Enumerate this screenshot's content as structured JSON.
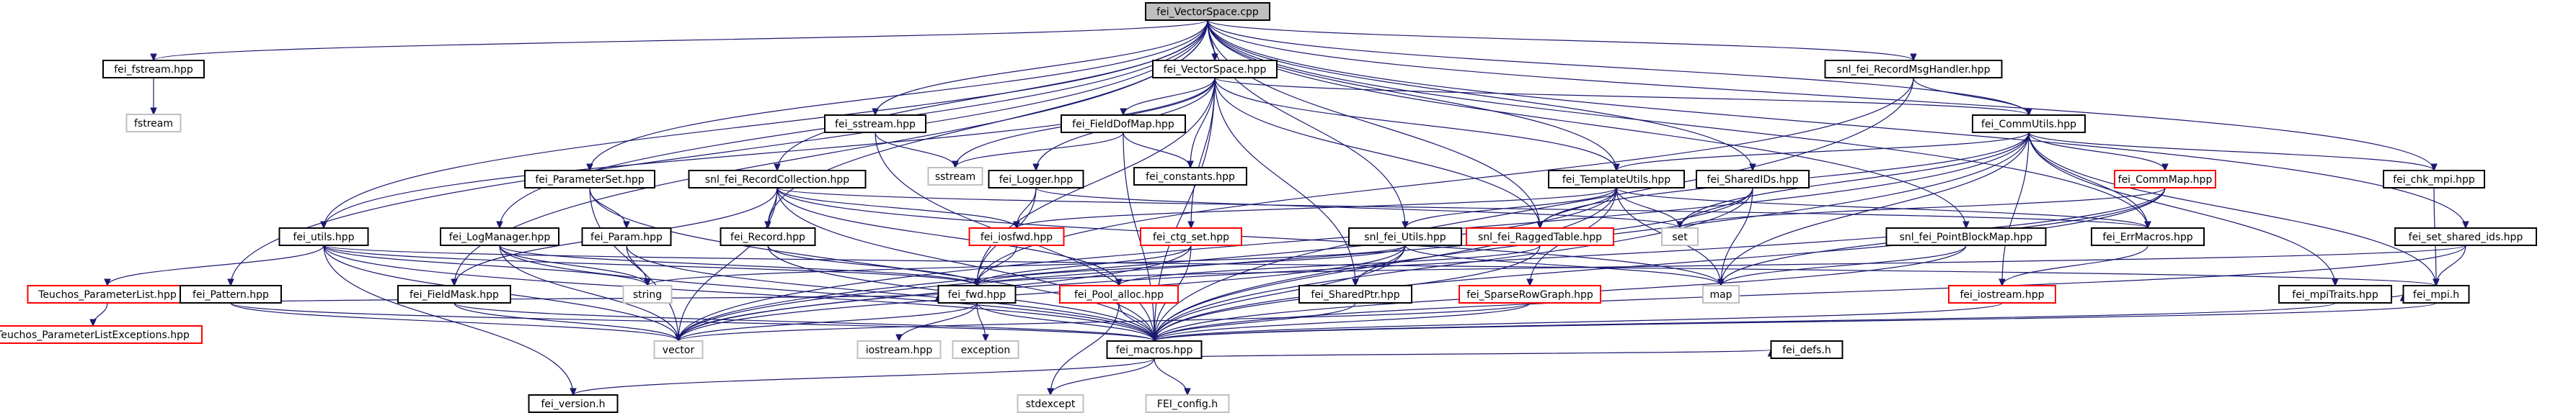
{
  "root": "fei_VectorSpace.cpp",
  "nodes": [
    {
      "id": "root",
      "label": "fei_VectorSpace.cpp",
      "kind": "root"
    },
    {
      "id": "fstream_hpp",
      "label": "fei_fstream.hpp",
      "kind": "normal"
    },
    {
      "id": "fstream",
      "label": "fstream",
      "kind": "external"
    },
    {
      "id": "vs_hpp",
      "label": "fei_VectorSpace.hpp",
      "kind": "normal"
    },
    {
      "id": "rmh",
      "label": "snl_fei_RecordMsgHandler.hpp",
      "kind": "normal"
    },
    {
      "id": "sstream_hpp",
      "label": "fei_sstream.hpp",
      "kind": "normal"
    },
    {
      "id": "fdm",
      "label": "fei_FieldDofMap.hpp",
      "kind": "normal"
    },
    {
      "id": "commutils",
      "label": "fei_CommUtils.hpp",
      "kind": "normal"
    },
    {
      "id": "sstream",
      "label": "sstream",
      "kind": "external"
    },
    {
      "id": "consts",
      "label": "fei_constants.hpp",
      "kind": "normal"
    },
    {
      "id": "logger",
      "label": "fei_Logger.hpp",
      "kind": "normal"
    },
    {
      "id": "paramset",
      "label": "fei_ParameterSet.hpp",
      "kind": "normal"
    },
    {
      "id": "rc",
      "label": "snl_fei_RecordCollection.hpp",
      "kind": "normal"
    },
    {
      "id": "tu",
      "label": "fei_TemplateUtils.hpp",
      "kind": "normal"
    },
    {
      "id": "sids",
      "label": "fei_SharedIDs.hpp",
      "kind": "normal"
    },
    {
      "id": "commmap",
      "label": "fei_CommMap.hpp",
      "kind": "red"
    },
    {
      "id": "chkmpi",
      "label": "fei_chk_mpi.hpp",
      "kind": "normal"
    },
    {
      "id": "utils",
      "label": "fei_utils.hpp",
      "kind": "normal"
    },
    {
      "id": "logmgr",
      "label": "fei_LogManager.hpp",
      "kind": "normal"
    },
    {
      "id": "param",
      "label": "fei_Param.hpp",
      "kind": "normal"
    },
    {
      "id": "record",
      "label": "fei_Record.hpp",
      "kind": "normal"
    },
    {
      "id": "iosfwd",
      "label": "fei_iosfwd.hpp",
      "kind": "red"
    },
    {
      "id": "ctgset",
      "label": "fei_ctg_set.hpp",
      "kind": "red"
    },
    {
      "id": "snlutils",
      "label": "snl_fei_Utils.hpp",
      "kind": "normal"
    },
    {
      "id": "ragged",
      "label": "snl_fei_RaggedTable.hpp",
      "kind": "red"
    },
    {
      "id": "set",
      "label": "set",
      "kind": "external"
    },
    {
      "id": "pbm",
      "label": "snl_fei_PointBlockMap.hpp",
      "kind": "normal"
    },
    {
      "id": "errmacros",
      "label": "fei_ErrMacros.hpp",
      "kind": "normal"
    },
    {
      "id": "sharedids",
      "label": "fei_set_shared_ids.hpp",
      "kind": "normal"
    },
    {
      "id": "tpl",
      "label": "Teuchos_ParameterList.hpp",
      "kind": "red"
    },
    {
      "id": "tplex",
      "label": "Teuchos_ParameterListExceptions.hpp",
      "kind": "red"
    },
    {
      "id": "pattern",
      "label": "fei_Pattern.hpp",
      "kind": "normal"
    },
    {
      "id": "fieldmask",
      "label": "fei_FieldMask.hpp",
      "kind": "normal"
    },
    {
      "id": "string",
      "label": "string",
      "kind": "external"
    },
    {
      "id": "fwd",
      "label": "fei_fwd.hpp",
      "kind": "normal"
    },
    {
      "id": "pool",
      "label": "fei_Pool_alloc.hpp",
      "kind": "red"
    },
    {
      "id": "sharedptr",
      "label": "fei_SharedPtr.hpp",
      "kind": "normal"
    },
    {
      "id": "srg",
      "label": "fei_SparseRowGraph.hpp",
      "kind": "red"
    },
    {
      "id": "map",
      "label": "map",
      "kind": "external"
    },
    {
      "id": "iostream",
      "label": "fei_iostream.hpp",
      "kind": "red"
    },
    {
      "id": "mpitraits",
      "label": "fei_mpiTraits.hpp",
      "kind": "normal"
    },
    {
      "id": "mpih",
      "label": "fei_mpi.h",
      "kind": "normal"
    },
    {
      "id": "vector",
      "label": "vector",
      "kind": "external"
    },
    {
      "id": "iostreamhpp",
      "label": "iostream.hpp",
      "kind": "external"
    },
    {
      "id": "exception",
      "label": "exception",
      "kind": "external"
    },
    {
      "id": "macros",
      "label": "fei_macros.hpp",
      "kind": "normal"
    },
    {
      "id": "defs",
      "label": "fei_defs.h",
      "kind": "normal"
    },
    {
      "id": "version",
      "label": "fei_version.h",
      "kind": "normal"
    },
    {
      "id": "stdexcept",
      "label": "stdexcept",
      "kind": "external"
    },
    {
      "id": "config",
      "label": "FEI_config.h",
      "kind": "external"
    }
  ],
  "edges": [
    [
      "root",
      "fstream_hpp"
    ],
    [
      "root",
      "vs_hpp"
    ],
    [
      "root",
      "rmh"
    ],
    [
      "root",
      "commutils"
    ],
    [
      "root",
      "sstream_hpp"
    ],
    [
      "root",
      "paramset"
    ],
    [
      "root",
      "rc"
    ],
    [
      "root",
      "utils"
    ],
    [
      "root",
      "logmgr"
    ],
    [
      "root",
      "pattern"
    ],
    [
      "root",
      "fieldmask"
    ],
    [
      "root",
      "record"
    ],
    [
      "root",
      "tu"
    ],
    [
      "root",
      "sids"
    ],
    [
      "root",
      "snlutils"
    ],
    [
      "root",
      "pbm"
    ],
    [
      "root",
      "chkmpi"
    ],
    [
      "root",
      "sharedids"
    ],
    [
      "root",
      "errmacros"
    ],
    [
      "root",
      "ragged"
    ],
    [
      "fstream_hpp",
      "fstream"
    ],
    [
      "vs_hpp",
      "fdm"
    ],
    [
      "vs_hpp",
      "logger"
    ],
    [
      "vs_hpp",
      "consts"
    ],
    [
      "vs_hpp",
      "sstream"
    ],
    [
      "vs_hpp",
      "ctgset"
    ],
    [
      "vs_hpp",
      "fwd"
    ],
    [
      "vs_hpp",
      "sharedptr"
    ],
    [
      "vs_hpp",
      "macros"
    ],
    [
      "vs_hpp",
      "utils"
    ],
    [
      "vs_hpp",
      "commutils"
    ],
    [
      "vs_hpp",
      "ragged"
    ],
    [
      "vs_hpp",
      "tu"
    ],
    [
      "rmh",
      "commutils"
    ],
    [
      "rmh",
      "fwd"
    ],
    [
      "rmh",
      "macros"
    ],
    [
      "sstream_hpp",
      "sstream"
    ],
    [
      "sstream_hpp",
      "macros"
    ],
    [
      "fdm",
      "consts"
    ],
    [
      "fdm",
      "macros"
    ],
    [
      "fdm",
      "sstream"
    ],
    [
      "commutils",
      "tu"
    ],
    [
      "commutils",
      "commmap"
    ],
    [
      "commutils",
      "chkmpi"
    ],
    [
      "commutils",
      "errmacros"
    ],
    [
      "commutils",
      "map"
    ],
    [
      "commutils",
      "set"
    ],
    [
      "commutils",
      "vector"
    ],
    [
      "commutils",
      "mpih"
    ],
    [
      "commutils",
      "mpitraits"
    ],
    [
      "commutils",
      "iostream"
    ],
    [
      "commutils",
      "macros"
    ],
    [
      "commutils",
      "ragged"
    ],
    [
      "logger",
      "iosfwd"
    ],
    [
      "logger",
      "set"
    ],
    [
      "logger",
      "fwd"
    ],
    [
      "paramset",
      "param"
    ],
    [
      "paramset",
      "vector"
    ],
    [
      "paramset",
      "macros"
    ],
    [
      "rc",
      "record"
    ],
    [
      "rc",
      "iosfwd"
    ],
    [
      "rc",
      "fieldmask"
    ],
    [
      "rc",
      "pool"
    ],
    [
      "rc",
      "errmacros"
    ],
    [
      "rc",
      "vector"
    ],
    [
      "rc",
      "map"
    ],
    [
      "rc",
      "macros"
    ],
    [
      "tu",
      "iosfwd"
    ],
    [
      "tu",
      "set"
    ],
    [
      "tu",
      "ragged"
    ],
    [
      "tu",
      "srg"
    ],
    [
      "tu",
      "map"
    ],
    [
      "tu",
      "vector"
    ],
    [
      "tu",
      "snlutils"
    ],
    [
      "tu",
      "errmacros"
    ],
    [
      "tu",
      "macros"
    ],
    [
      "sids",
      "set"
    ],
    [
      "sids",
      "map"
    ],
    [
      "sids",
      "vector"
    ],
    [
      "sids",
      "macros"
    ],
    [
      "commmap",
      "set"
    ],
    [
      "commmap",
      "map"
    ],
    [
      "commmap",
      "vector"
    ],
    [
      "commmap",
      "macros"
    ],
    [
      "chkmpi",
      "mpih"
    ],
    [
      "utils",
      "tpl"
    ],
    [
      "utils",
      "string"
    ],
    [
      "utils",
      "vector"
    ],
    [
      "utils",
      "fwd"
    ],
    [
      "utils",
      "version"
    ],
    [
      "utils",
      "mpih"
    ],
    [
      "utils",
      "macros"
    ],
    [
      "logmgr",
      "string"
    ],
    [
      "logmgr",
      "vector"
    ],
    [
      "logmgr",
      "fwd"
    ],
    [
      "logmgr",
      "macros"
    ],
    [
      "param",
      "string"
    ],
    [
      "param",
      "macros"
    ],
    [
      "record",
      "macros"
    ],
    [
      "record",
      "fwd"
    ],
    [
      "iosfwd",
      "fwd"
    ],
    [
      "ctgset",
      "fwd"
    ],
    [
      "ctgset",
      "macros"
    ],
    [
      "ctgset",
      "vector"
    ],
    [
      "snlutils",
      "fwd"
    ],
    [
      "snlutils",
      "sharedptr"
    ],
    [
      "snlutils",
      "map"
    ],
    [
      "snlutils",
      "string"
    ],
    [
      "snlutils",
      "vector"
    ],
    [
      "snlutils",
      "macros"
    ],
    [
      "ragged",
      "pool"
    ],
    [
      "ragged",
      "macros"
    ],
    [
      "pbm",
      "map"
    ],
    [
      "pbm",
      "macros"
    ],
    [
      "errmacros",
      "iostream"
    ],
    [
      "sharedids",
      "fwd"
    ],
    [
      "sharedids",
      "mpih"
    ],
    [
      "sharedids",
      "macros"
    ],
    [
      "tpl",
      "tplex"
    ],
    [
      "pattern",
      "fwd"
    ],
    [
      "pattern",
      "vector"
    ],
    [
      "pattern",
      "macros"
    ],
    [
      "fieldmask",
      "vector"
    ],
    [
      "fieldmask",
      "macros"
    ],
    [
      "fwd",
      "iostreamhpp"
    ],
    [
      "fwd",
      "exception"
    ],
    [
      "fwd",
      "macros"
    ],
    [
      "fwd",
      "vector"
    ],
    [
      "pool",
      "stdexcept"
    ],
    [
      "pool",
      "macros"
    ],
    [
      "sharedptr",
      "macros"
    ],
    [
      "srg",
      "vector"
    ],
    [
      "srg",
      "macros"
    ],
    [
      "iostream",
      "macros"
    ],
    [
      "mpitraits",
      "mpih"
    ],
    [
      "mpitraits",
      "macros"
    ],
    [
      "mpih",
      "macros"
    ],
    [
      "macros",
      "defs"
    ],
    [
      "macros",
      "version"
    ],
    [
      "macros",
      "config"
    ],
    [
      "macros",
      "stdexcept"
    ]
  ]
}
